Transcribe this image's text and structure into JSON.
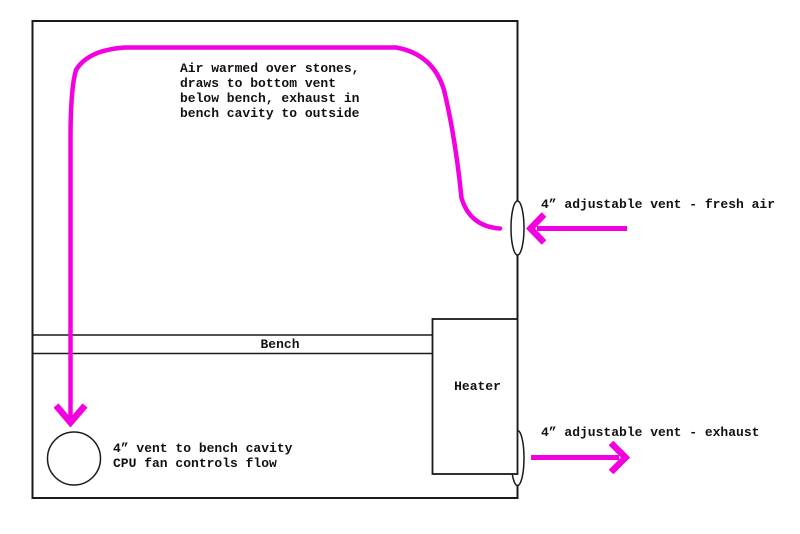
{
  "colors": {
    "flow": "#f400e0",
    "ink": "#111111",
    "background": "#ffffff"
  },
  "note": {
    "lines": [
      "Air warmed over stones,",
      "draws to bottom vent",
      "below bench, exhaust in",
      "bench cavity to outside"
    ]
  },
  "labels": {
    "bench": "Bench",
    "heater": "Heater",
    "fresh_air_vent": "4” adjustable vent - fresh air",
    "exhaust_vent": "4” adjustable vent - exhaust",
    "floor_vent_line1": "4” vent to bench cavity",
    "floor_vent_line2": "CPU fan controls flow"
  }
}
